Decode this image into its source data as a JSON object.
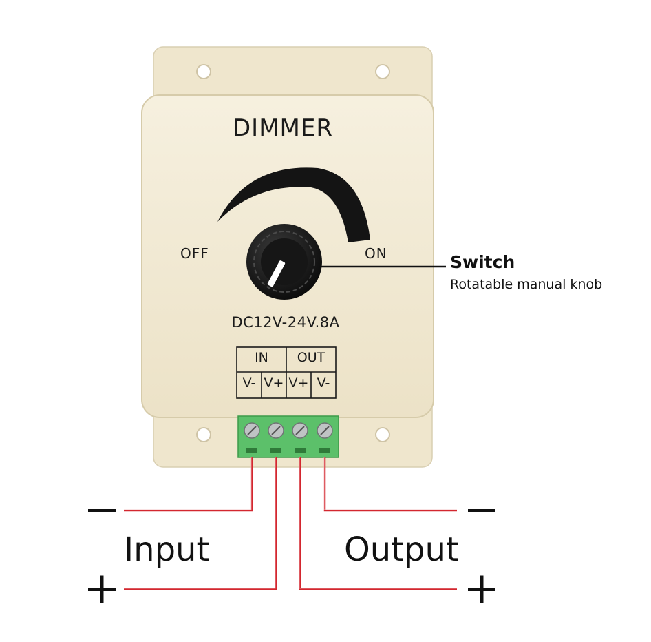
{
  "device": {
    "title": "DIMMER",
    "off_label": "OFF",
    "on_label": "ON",
    "spec": "DC12V-24V.8A"
  },
  "terminal_table": {
    "groups": [
      "IN",
      "OUT"
    ],
    "terminals": [
      "V-",
      "V+",
      "V+",
      "V-"
    ]
  },
  "callout": {
    "title": "Switch",
    "description": "Rotatable manual knob"
  },
  "wiring": {
    "input_label": "Input",
    "output_label": "Output",
    "minus_symbol": "−",
    "plus_symbol": "+"
  },
  "colors": {
    "housing": "#f1e9d3",
    "wire": "#d3272f",
    "terminal_block": "#5cc06a"
  }
}
